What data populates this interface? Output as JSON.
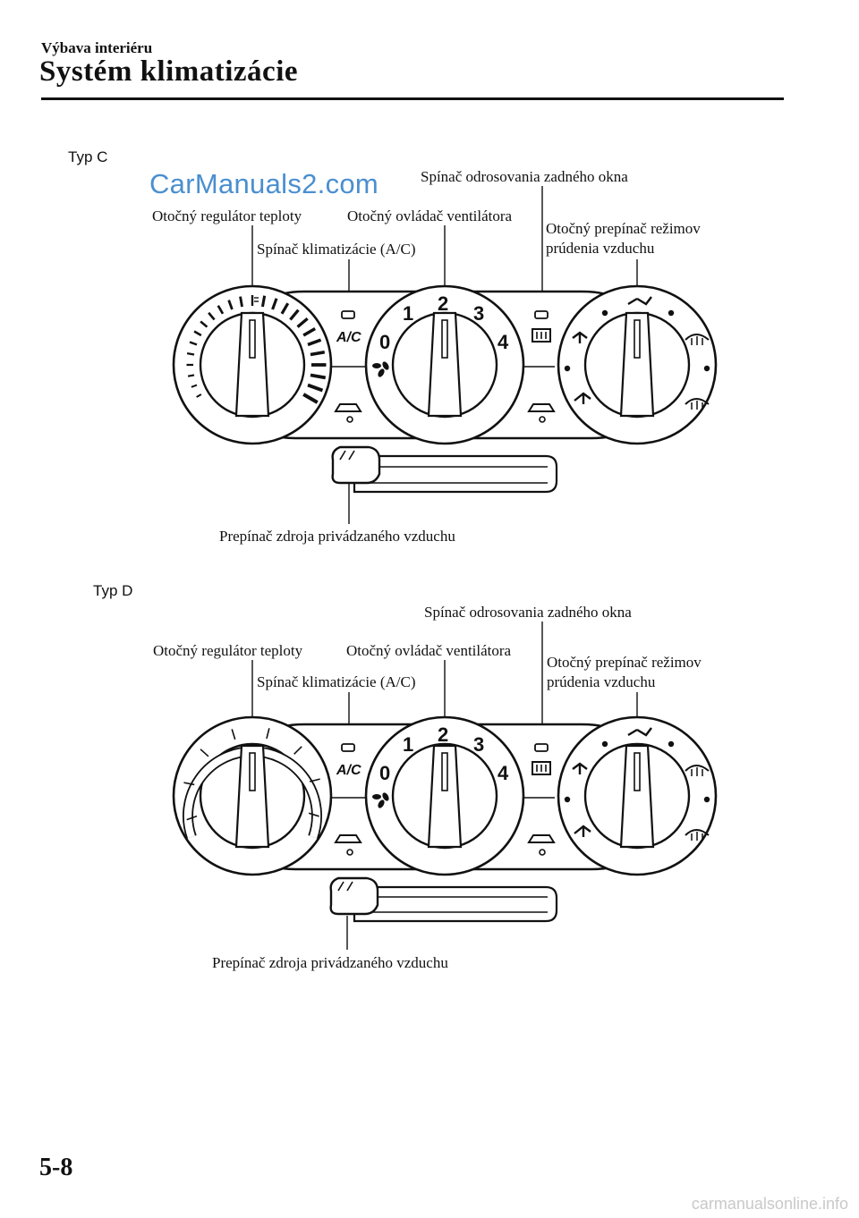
{
  "header": {
    "section": "Výbava interiéru",
    "title": "Systém klimatizácie"
  },
  "watermark_top": "CarManuals2.com",
  "panels": [
    {
      "type_label": "Typ C",
      "labels": {
        "rear_defrost": "Spínač odrosovania zadného okna",
        "temp": "Otočný regulátor teploty",
        "fan": "Otočný ovládač ventilátora",
        "mode": "Otočný prepínač režimov prúdenia vzduchu",
        "ac": "Spínač klimatizácie (A/C)",
        "intake": "Prepínač zdroja privádzaného vzduchu"
      }
    },
    {
      "type_label": "Typ D",
      "labels": {
        "rear_defrost": "Spínač odrosovania zadného okna",
        "temp": "Otočný regulátor teploty",
        "fan": "Otočný ovládač ventilátora",
        "mode": "Otočný prepínač režimov prúdenia vzduchu",
        "ac": "Spínač klimatizácie (A/C)",
        "intake": "Prepínač zdroja privádzaného vzduchu"
      }
    }
  ],
  "dial_text": {
    "ac": "A/C",
    "fan_speeds": [
      "0",
      "1",
      "2",
      "3",
      "4"
    ]
  },
  "footer": {
    "page_number": "5-8",
    "site": "carmanualsonline.info"
  }
}
